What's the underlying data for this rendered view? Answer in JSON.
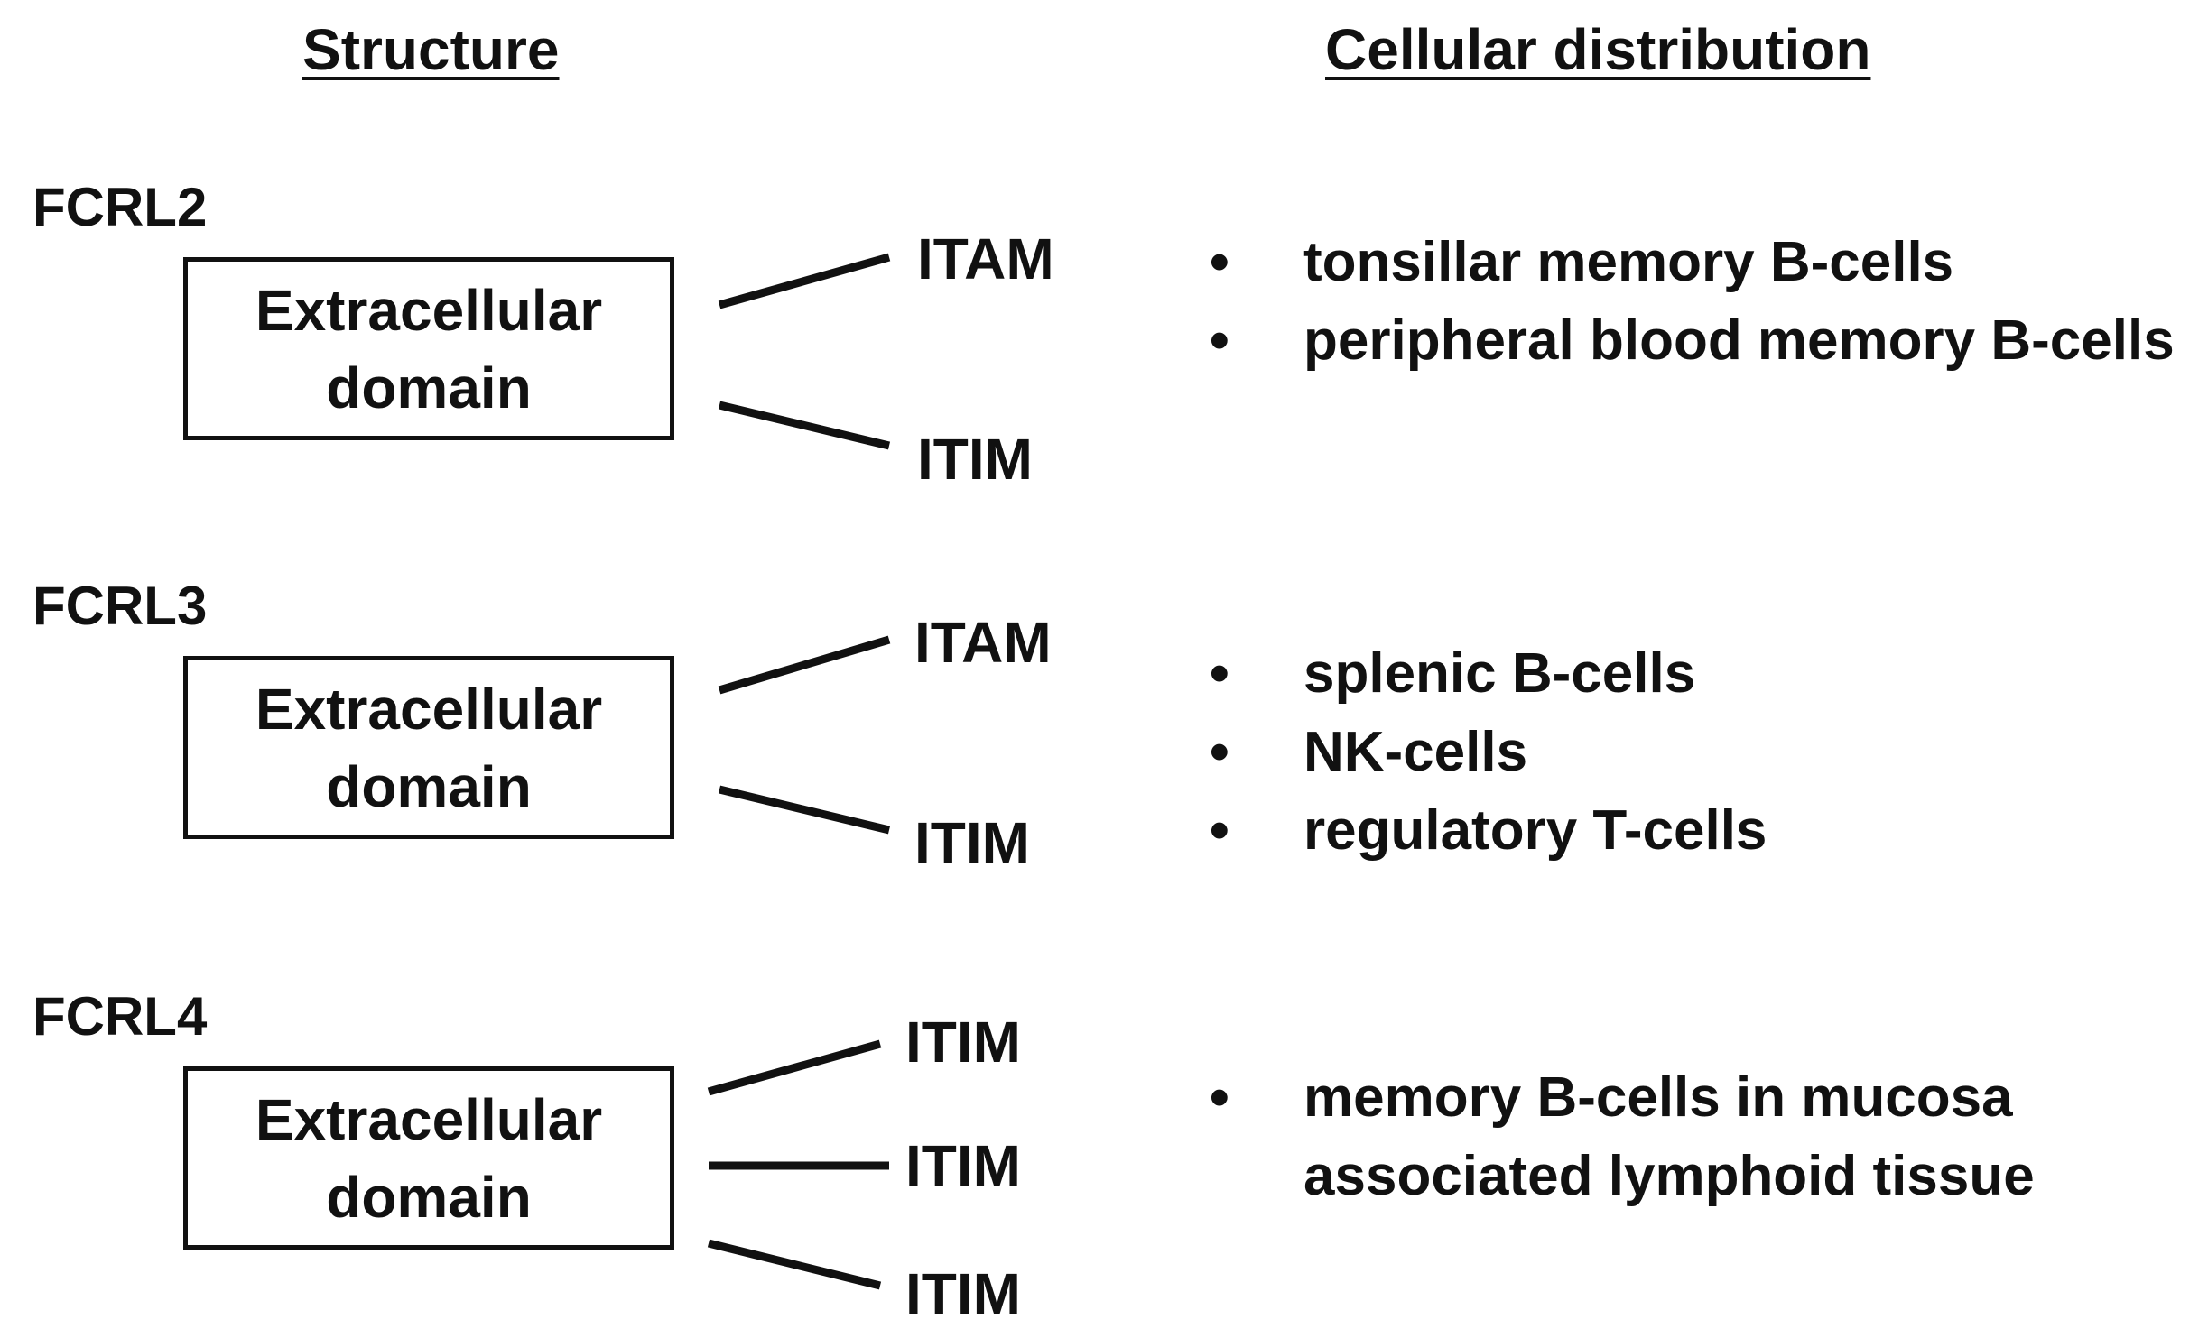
{
  "headers": {
    "structure": "Structure",
    "distribution": "Cellular distribution"
  },
  "receptors": [
    {
      "name": "FCRL2",
      "domain_line1": "Extracellular",
      "domain_line2": "domain",
      "motifs": [
        "ITAM",
        "ITIM"
      ],
      "distribution": [
        "tonsillar memory B-cells",
        "peripheral blood memory B-cells"
      ]
    },
    {
      "name": "FCRL3",
      "domain_line1": "Extracellular",
      "domain_line2": "domain",
      "motifs": [
        "ITAM",
        "ITIM"
      ],
      "distribution": [
        "splenic B-cells",
        "NK-cells",
        "regulatory T-cells"
      ]
    },
    {
      "name": "FCRL4",
      "domain_line1": "Extracellular",
      "domain_line2": "domain",
      "motifs": [
        "ITIM",
        "ITIM",
        "ITIM"
      ],
      "distribution_bullet": "memory B-cells in mucosa",
      "distribution_cont": "associated lymphoid tissue"
    }
  ]
}
